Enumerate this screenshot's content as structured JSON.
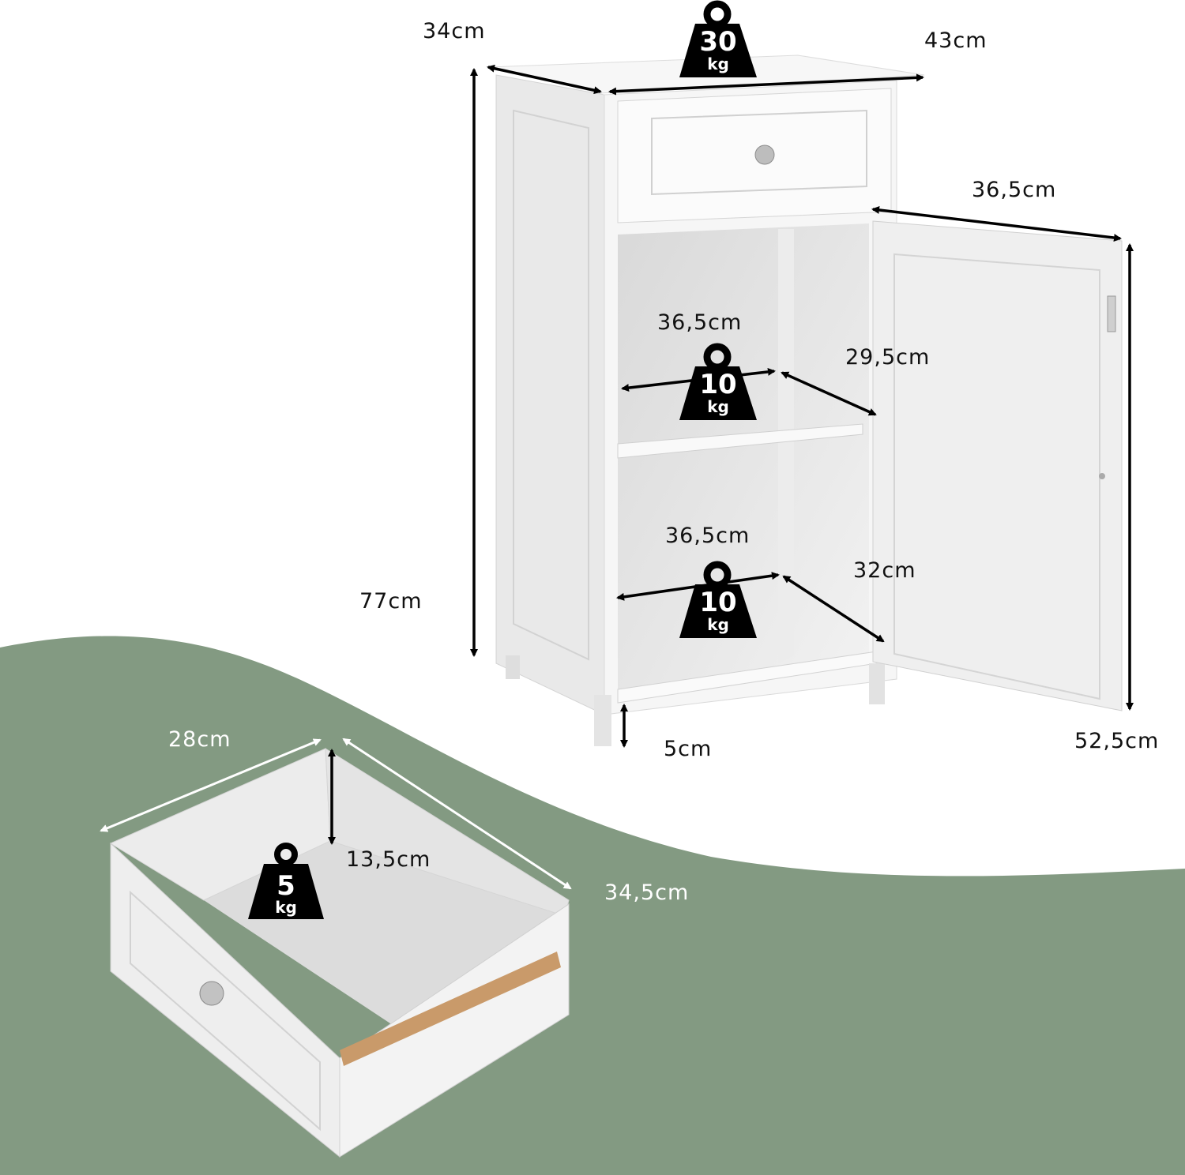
{
  "colors": {
    "background": "#ffffff",
    "accent_green": "#839a82",
    "cabinet_white": "#f4f4f4",
    "cabinet_shade": "#dcdcdc",
    "interior": "#e6e6e6",
    "arrow_dark": "#000000",
    "arrow_light": "#ffffff",
    "weight_icon": "#000000",
    "wood_edge": "#c99a6a"
  },
  "cabinet": {
    "top_depth": "34cm",
    "top_width": "43cm",
    "top_load": {
      "value": "30",
      "unit": "kg"
    },
    "total_height": "77cm",
    "door_width": "36,5cm",
    "door_height": "52,5cm",
    "leg_height": "5cm",
    "upper_shelf": {
      "width": "36,5cm",
      "depth": "29,5cm",
      "load": {
        "value": "10",
        "unit": "kg"
      }
    },
    "lower_compartment": {
      "width": "36,5cm",
      "depth": "32cm",
      "load": {
        "value": "10",
        "unit": "kg"
      }
    }
  },
  "drawer": {
    "width": "28cm",
    "depth": "34,5cm",
    "height": "13,5cm",
    "load": {
      "value": "5",
      "unit": "kg"
    }
  }
}
